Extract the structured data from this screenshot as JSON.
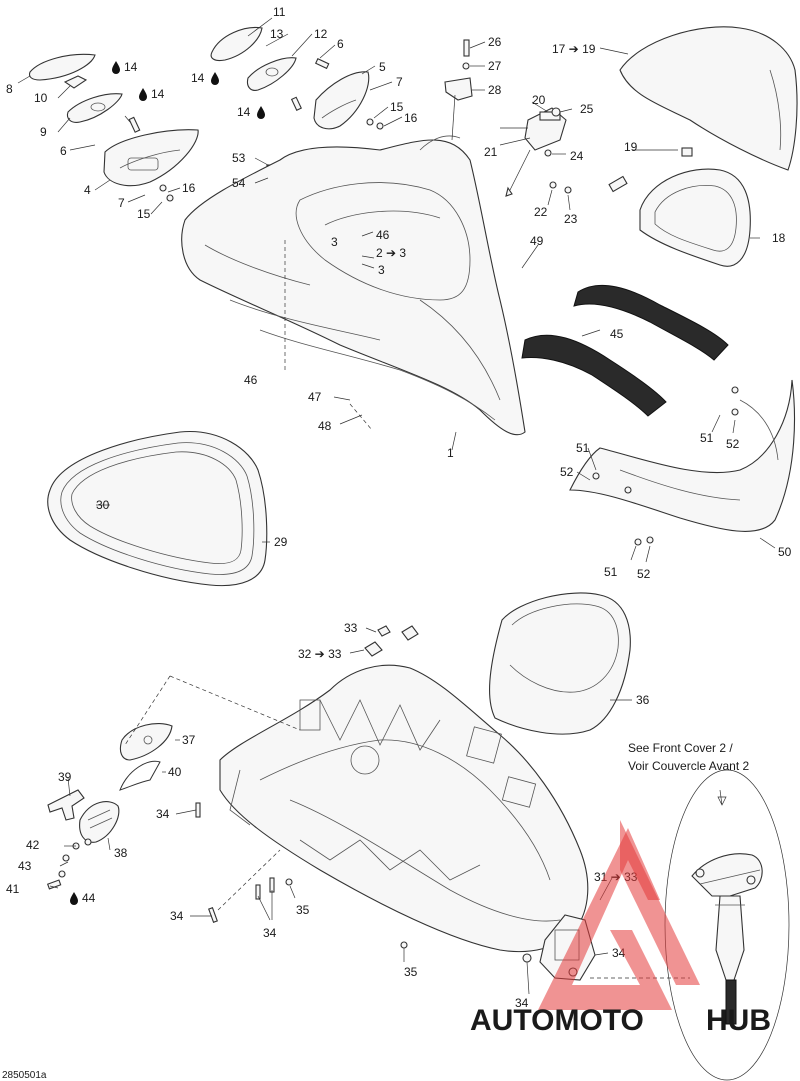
{
  "callouts": {
    "c1": "1",
    "c2_3": "2 ➔ 3",
    "c3a": "3",
    "c3b": "3",
    "c4": "4",
    "c5": "5",
    "c6a": "6",
    "c6b": "6",
    "c7a": "7",
    "c7b": "7",
    "c8": "8",
    "c9": "9",
    "c10": "10",
    "c11": "11",
    "c12": "12",
    "c13": "13",
    "c14a": "14",
    "c14b": "14",
    "c14c": "14",
    "c14d": "14",
    "c15a": "15",
    "c15b": "15",
    "c16a": "16",
    "c16b": "16",
    "c17_19": "17 ➔ 19",
    "c18": "18",
    "c19": "19",
    "c20": "20",
    "c21": "21",
    "c22": "22",
    "c23": "23",
    "c24": "24",
    "c25": "25",
    "c26": "26",
    "c27": "27",
    "c28": "28",
    "c29": "29",
    "c30": "30",
    "c31_33": "31 ➔ 33",
    "c32_33": "32 ➔ 33",
    "c33": "33",
    "c34a": "34",
    "c34b": "34",
    "c34c": "34",
    "c34d": "34",
    "c34e": "34",
    "c35a": "35",
    "c35b": "35",
    "c36": "36",
    "c37": "37",
    "c38": "38",
    "c39": "39",
    "c40": "40",
    "c41": "41",
    "c42": "42",
    "c43": "43",
    "c44": "44",
    "c45": "45",
    "c46a": "46",
    "c46b": "46",
    "c47": "47",
    "c48": "48",
    "c49": "49",
    "c50": "50",
    "c51a": "51",
    "c51b": "51",
    "c51c": "51",
    "c52a": "52",
    "c52b": "52",
    "c52c": "52",
    "c53": "53",
    "c54": "54"
  },
  "reference_note": {
    "line1": "See Front Cover 2 /",
    "line2": "Voir Couvercle Avant 2"
  },
  "drawing_code": "2850501a",
  "watermark": {
    "part1": "AUTOMOTO",
    "part2": "HUB"
  },
  "colors": {
    "watermark_red": "#e43a3a",
    "watermark_orange": "#f2b233",
    "watermark_grey": "#555555"
  },
  "icons": {
    "adhesive_drop": "drop-icon"
  }
}
